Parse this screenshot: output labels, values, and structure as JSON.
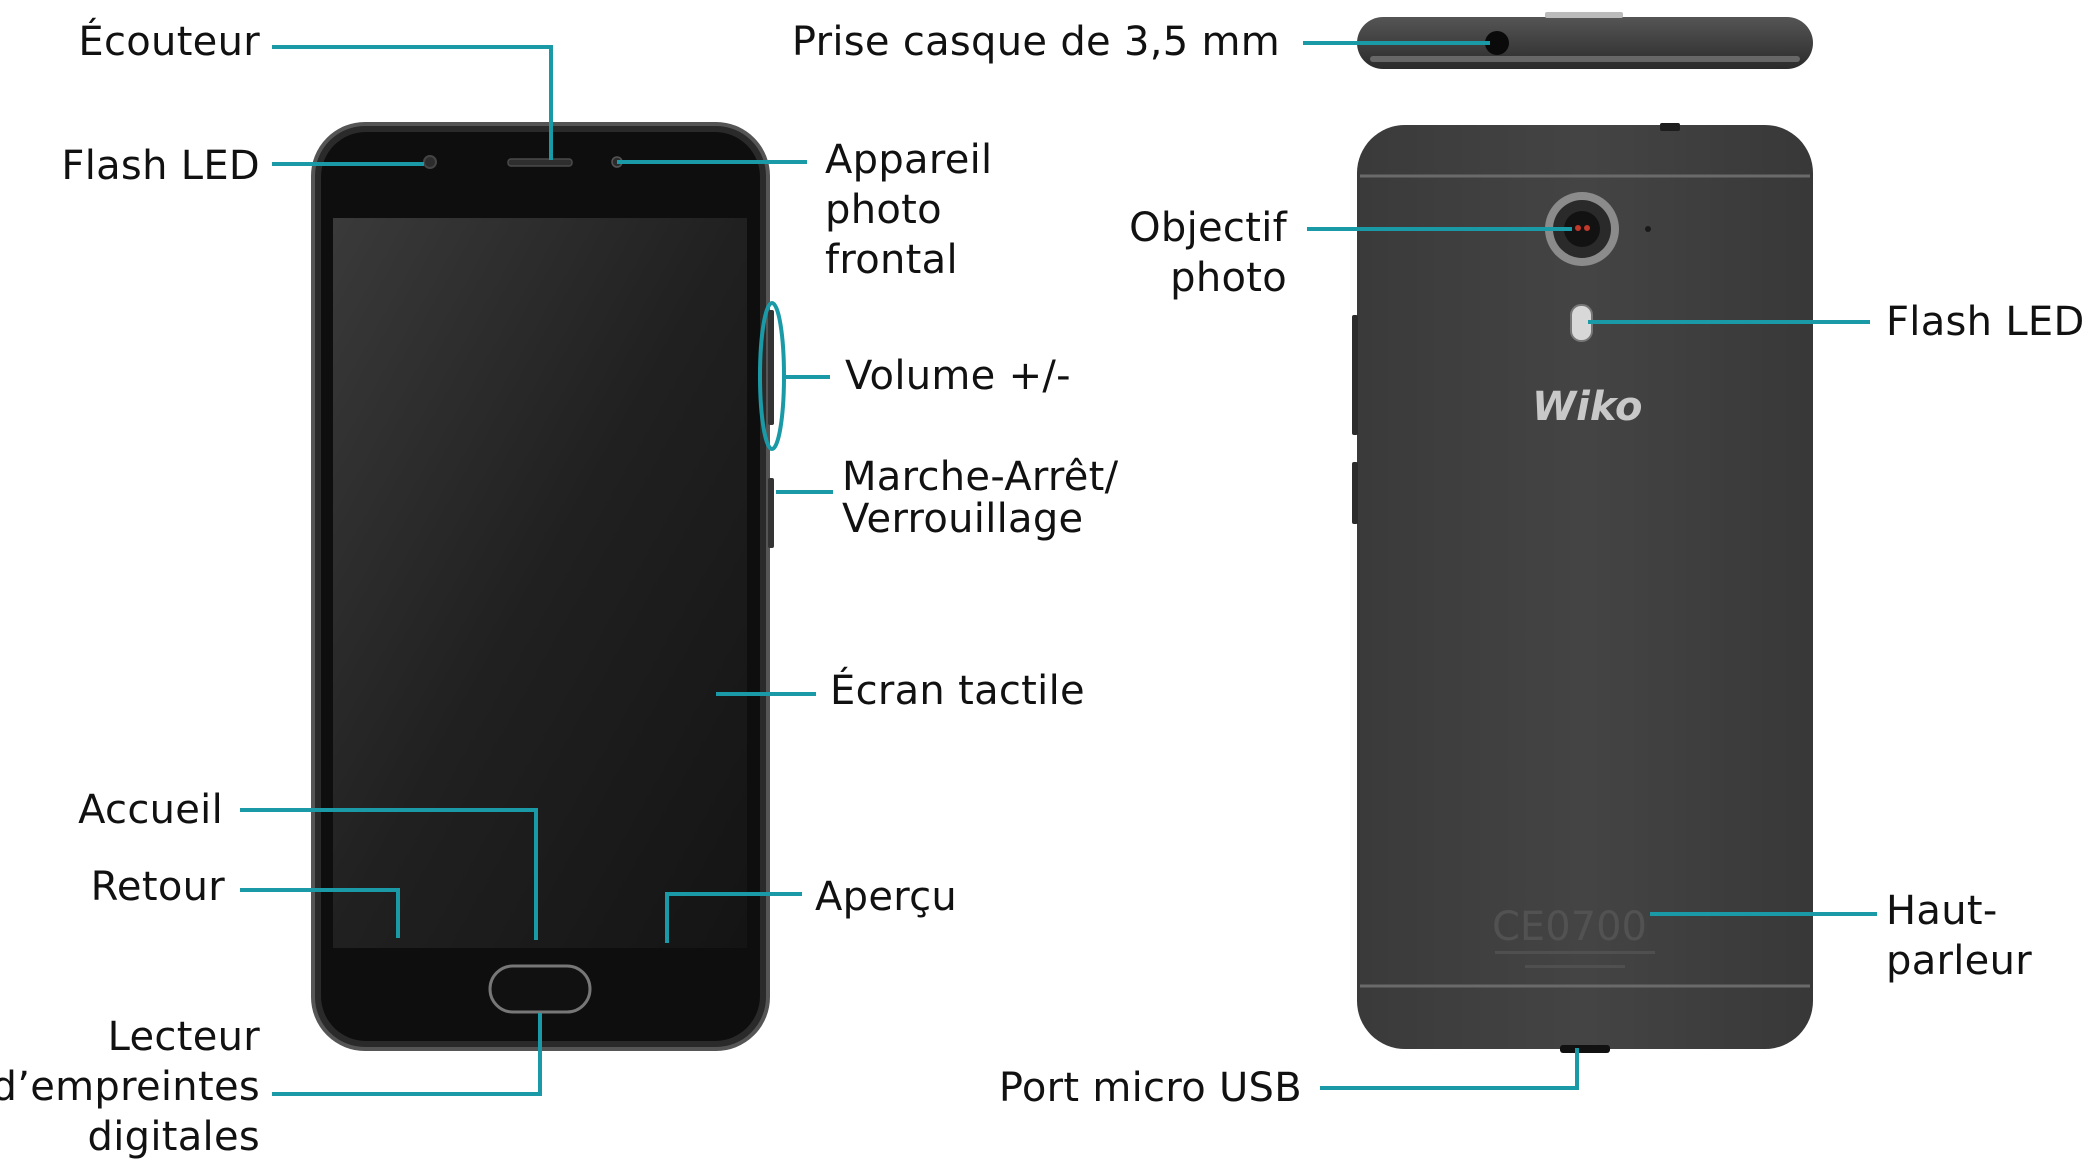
{
  "colors": {
    "leader": "#1a9aa6",
    "body_dark": "#333333",
    "back_shell": "#3f3f3f",
    "screen": "#1c1c1c",
    "text": "#111111"
  },
  "front": {
    "earpiece": "Écouteur",
    "flash": "Flash LED",
    "front_camera": [
      "Appareil",
      "photo",
      "frontal"
    ],
    "volume": "Volume +/-",
    "power": [
      "Marche-Arrêt/",
      "Verrouillage"
    ],
    "touchscreen": "Écran tactile",
    "home": "Accueil",
    "back": "Retour",
    "recent": "Aperçu",
    "fingerprint": [
      "Lecteur",
      "d’empreintes",
      "digitales"
    ]
  },
  "back": {
    "jack": "Prise casque  de 3,5 mm",
    "lens": [
      "Objectif",
      "photo"
    ],
    "flash": "Flash LED",
    "speaker": [
      "Haut-",
      "parleur"
    ],
    "usb": "Port micro USB",
    "brand": "Wiko",
    "certification": "CE0700"
  }
}
